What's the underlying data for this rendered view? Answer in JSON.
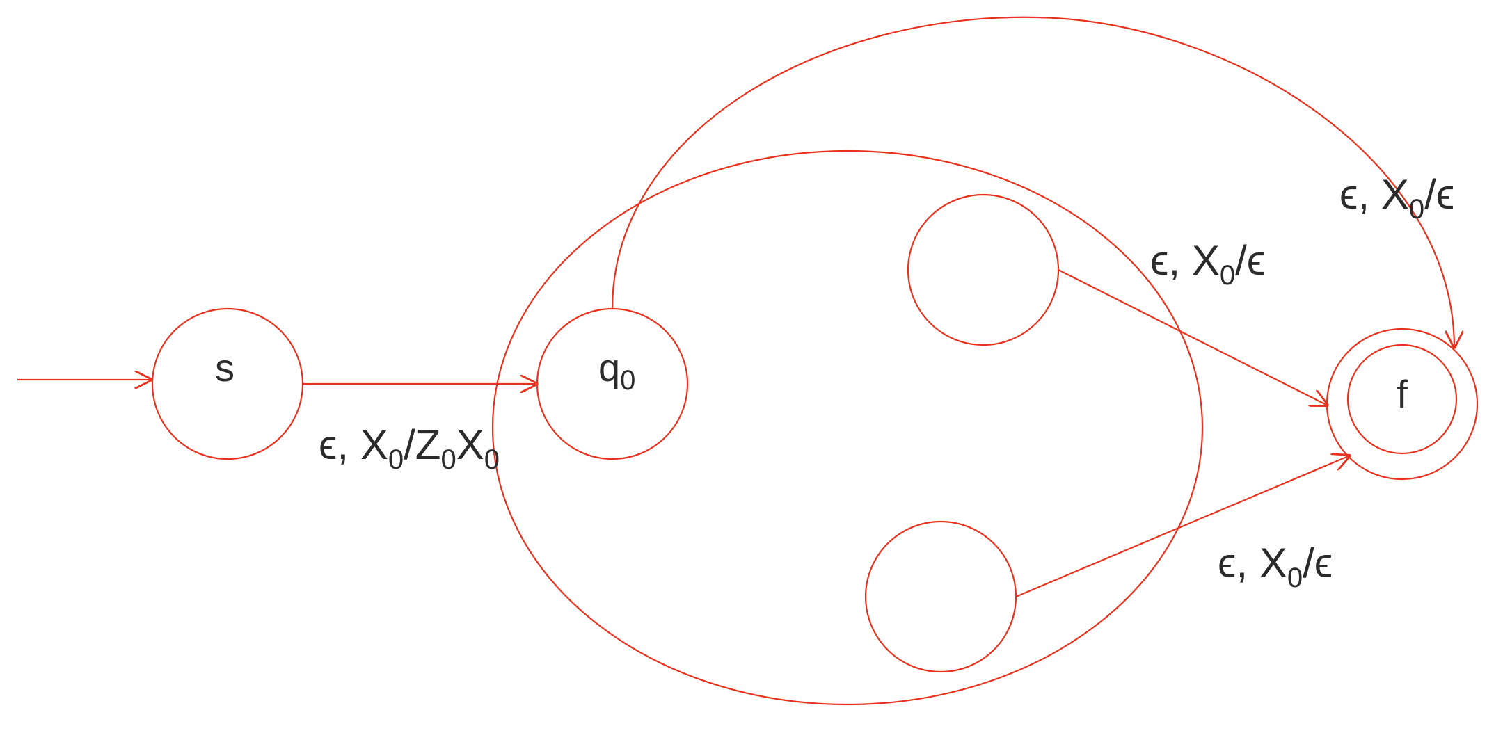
{
  "diagram": {
    "stroke_color": "#e8321e",
    "text_color": "#2b2b2b",
    "states": [
      {
        "id": "s",
        "label": "s",
        "label_sub": "",
        "final": false
      },
      {
        "id": "q0",
        "label": "q",
        "label_sub": "0",
        "final": false
      },
      {
        "id": "inner-a",
        "label": "",
        "label_sub": "",
        "final": false
      },
      {
        "id": "inner-b",
        "label": "",
        "label_sub": "",
        "final": false
      },
      {
        "id": "f",
        "label": "f",
        "label_sub": "",
        "final": true
      }
    ],
    "edges": [
      {
        "id": "start",
        "from": "",
        "to": "s",
        "label": []
      },
      {
        "id": "s-q0",
        "from": "s",
        "to": "q0",
        "label": [
          {
            "t": "ϵ,  X",
            "sub": false
          },
          {
            "t": "0",
            "sub": true
          },
          {
            "t": "/Z",
            "sub": false
          },
          {
            "t": "0",
            "sub": true
          },
          {
            "t": "X",
            "sub": false
          },
          {
            "t": "0",
            "sub": true
          }
        ]
      },
      {
        "id": "q0-f",
        "from": "q0",
        "to": "f",
        "label": [
          {
            "t": "ϵ,  X",
            "sub": false
          },
          {
            "t": "0",
            "sub": true
          },
          {
            "t": "/ϵ",
            "sub": false
          }
        ]
      },
      {
        "id": "inner-a-f",
        "from": "inner-a",
        "to": "f",
        "label": [
          {
            "t": "ϵ,  X",
            "sub": false
          },
          {
            "t": "0",
            "sub": true
          },
          {
            "t": "/ϵ",
            "sub": false
          }
        ]
      },
      {
        "id": "inner-b-f",
        "from": "inner-b",
        "to": "f",
        "label": [
          {
            "t": "ϵ,  X",
            "sub": false
          },
          {
            "t": "0",
            "sub": true
          },
          {
            "t": "/ϵ",
            "sub": false
          }
        ]
      }
    ]
  }
}
